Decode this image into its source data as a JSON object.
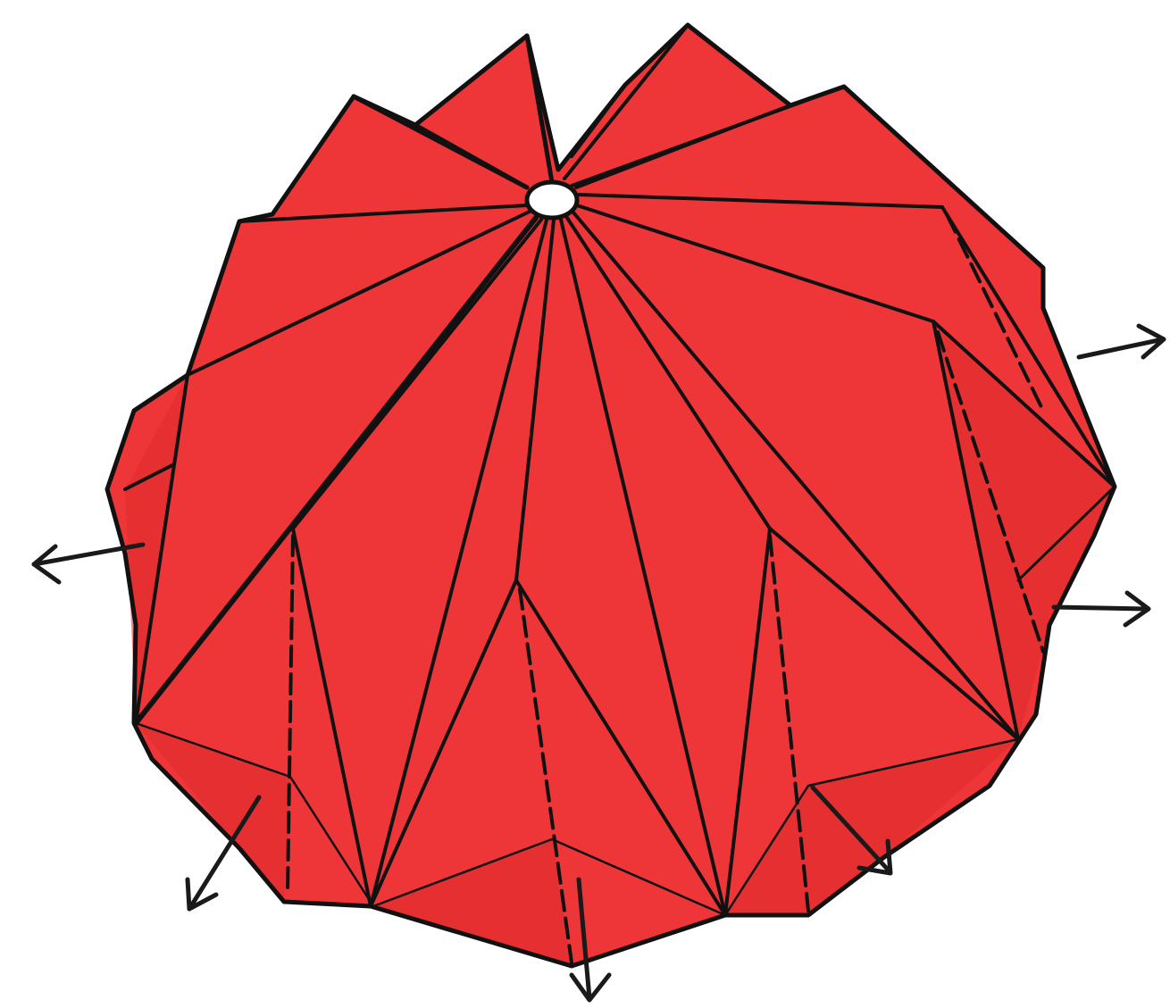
{
  "figure": {
    "subject": "origami-twist-fold-model",
    "paper_color": "#EE3537",
    "shade_color": "#E02A2E",
    "line_color": "#111111",
    "background_color": "#FFFFFF",
    "center_hole_color": "#FFFFFF",
    "arrow_color": "#1A1A1A",
    "arrow_count": 6,
    "valley_fold_style": "dashed",
    "mountain_fold_style": "solid"
  }
}
